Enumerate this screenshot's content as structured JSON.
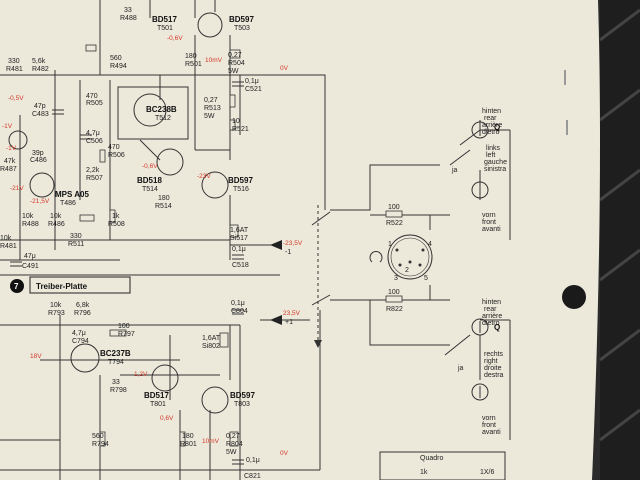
{
  "panel": {
    "label": "Treiber-Platte",
    "number": "7"
  },
  "top_stage": {
    "transistors": [
      {
        "type": "BD517",
        "ref": "T501"
      },
      {
        "type": "BD597",
        "ref": "T503"
      },
      {
        "type": "BC238B",
        "ref": "T512"
      },
      {
        "type": "BD518",
        "ref": "T514"
      },
      {
        "type": "BD597",
        "ref": "T516"
      },
      {
        "type": "MPS A05",
        "ref": "T486"
      }
    ],
    "resistors": [
      {
        "value": "33",
        "ref": "R488"
      },
      {
        "value": "560",
        "ref": "R494"
      },
      {
        "value": "180",
        "ref": "R501"
      },
      {
        "value": "0,27",
        "ref": "R504",
        "note": "5W"
      },
      {
        "value": "470",
        "ref": "R505"
      },
      {
        "value": "0,27",
        "ref": "R513",
        "note": "5W"
      },
      {
        "value": "10",
        "ref": "R521"
      },
      {
        "value": "470",
        "ref": "R506"
      },
      {
        "value": "2,2k",
        "ref": "R507"
      },
      {
        "value": "180",
        "ref": "R514"
      },
      {
        "value": "1k",
        "ref": "R508"
      },
      {
        "value": "10k",
        "ref": "R488"
      },
      {
        "value": "10k",
        "ref": "R486"
      },
      {
        "value": "330",
        "ref": "R511"
      },
      {
        "value": "10k",
        "ref": "R481"
      },
      {
        "value": "5,6k",
        "ref": "R482"
      },
      {
        "value": "330",
        "ref": "R481"
      },
      {
        "value": "47k",
        "ref": "R487"
      },
      {
        "value": "100",
        "ref": "R522"
      },
      {
        "value": "100",
        "ref": "R822"
      }
    ],
    "capacitors": [
      {
        "value": "0,1μ",
        "ref": "C521"
      },
      {
        "value": "4,7μ",
        "ref": "C506"
      },
      {
        "value": "47p",
        "ref": "C483"
      },
      {
        "value": "39p",
        "ref": "C486"
      },
      {
        "value": "0,1μ",
        "ref": "C518"
      },
      {
        "value": "47μ",
        "ref": "C491"
      }
    ],
    "fuse": {
      "value": "1,6AT",
      "ref": "Si517"
    },
    "voltages": [
      "0V",
      "-0,6V",
      "10mV",
      "-0,6V",
      "-21V",
      "-23V",
      "-21,5V",
      "-23,5V",
      "-1V",
      "-0,5V",
      "-1V"
    ],
    "rail": "-23,5V"
  },
  "bottom_stage": {
    "transistors": [
      {
        "type": "BC237B",
        "ref": "T794"
      },
      {
        "type": "BD517",
        "ref": "T801"
      },
      {
        "type": "BD597",
        "ref": "T803"
      }
    ],
    "resistors": [
      {
        "value": "10k",
        "ref": "R793"
      },
      {
        "value": "6,8k",
        "ref": "R796"
      },
      {
        "value": "100",
        "ref": "R797"
      },
      {
        "value": "33",
        "ref": "R798"
      },
      {
        "value": "560",
        "ref": "R794"
      },
      {
        "value": "180",
        "ref": "R801"
      },
      {
        "value": "0,27",
        "ref": "R804",
        "note": "5W"
      }
    ],
    "capacitors": [
      {
        "value": "4,7μ",
        "ref": "C794"
      },
      {
        "value": "0,1μ",
        "ref": "C804"
      },
      {
        "value": "0,1μ",
        "ref": "C821"
      }
    ],
    "fuse": {
      "value": "1,6AT",
      "ref": "Si802"
    },
    "voltages": [
      "18V",
      "1,2V",
      "0,6V",
      "10mV",
      "0V"
    ],
    "rail": "23,5V"
  },
  "speakers": {
    "top": {
      "lines": [
        "hinten",
        "rear",
        "arrière",
        "dietro"
      ],
      "side": [
        "links",
        "left",
        "gauche",
        "sinistra"
      ],
      "front": [
        "vorn",
        "front",
        "avanti"
      ],
      "q": "Q"
    },
    "bottom": {
      "lines": [
        "hinten",
        "rear",
        "arrière",
        "dietro"
      ],
      "side": [
        "rechts",
        "right",
        "droite",
        "destra"
      ],
      "front": [
        "vorn",
        "front",
        "avanti"
      ],
      "q": "Q"
    }
  },
  "switch_labels": [
    "ja",
    "ja"
  ],
  "pin_numbers": [
    "1",
    "2",
    "3",
    "4",
    "5"
  ],
  "rail_labels": [
    "+1",
    "-1"
  ],
  "quadro_label": "Quadro",
  "quadro_details": [
    "1k",
    "1X/6"
  ]
}
